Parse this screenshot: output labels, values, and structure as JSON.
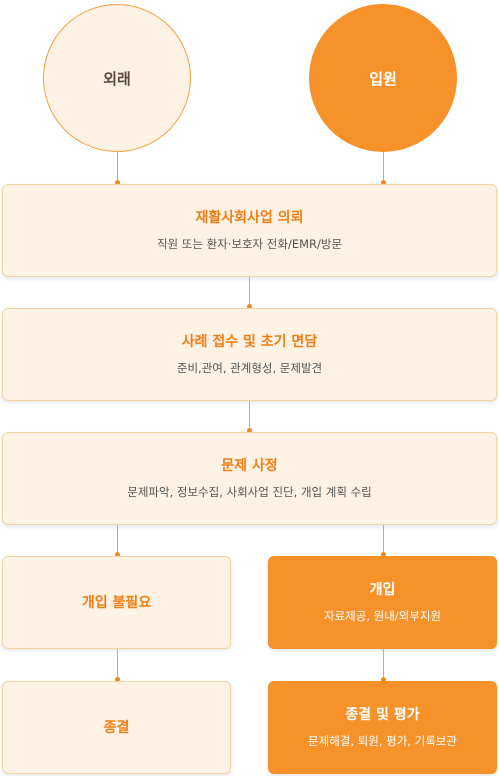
{
  "colors": {
    "accent": "#f7922b",
    "light_fill": "#fdf2e3",
    "title_orange": "#f07e14"
  },
  "circles": {
    "outpatient": "외래",
    "inpatient": "입원"
  },
  "steps": {
    "referral": {
      "title": "재활사회사업 의뢰",
      "sub": "직원 또는 환자·보호자 전화/EMR/방문"
    },
    "intake": {
      "title": "사례 접수 및 초기 면담",
      "sub": "준비,관여, 관계형성, 문제발견"
    },
    "assessment": {
      "title": "문제 사정",
      "sub": "문제파악, 정보수집, 사회사업 진단, 개입 계획 수립"
    },
    "no_intervention": {
      "title": "개입 불필요"
    },
    "termination": {
      "title": "종결"
    },
    "intervention": {
      "title": "개입",
      "sub": "자료제공, 원내/외부지원"
    },
    "closing": {
      "title": "종결 및 평가",
      "sub": "문제해결, 퇴원, 평가, 기록보관"
    }
  }
}
